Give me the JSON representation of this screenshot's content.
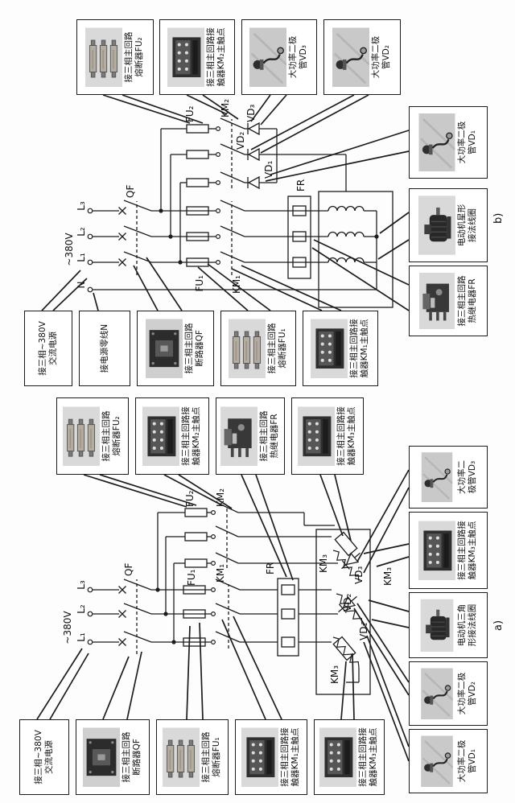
{
  "figure": {
    "panels": {
      "b": {
        "tag": "b)",
        "labels": {
          "n": "N",
          "l1": "L₁",
          "l2": "L₂",
          "l3": "L₃",
          "voltage": "~380V",
          "qf": "QF",
          "fu1": "FU₁",
          "km1": "KM₁",
          "fu2": "FU₂",
          "km2": "KM₂",
          "fr": "FR",
          "vd1": "VD₁",
          "vd2": "VD₂",
          "vd3": "VD₃"
        },
        "boxes": {
          "left": [
            {
              "photo": "none",
              "lines": [
                "接三相~380V",
                "交流电源"
              ]
            },
            {
              "photo": "none",
              "lines": [
                "接电源零线N"
              ]
            },
            {
              "photo": "breaker",
              "lines": [
                "接三相主回路",
                "断路器QF"
              ]
            },
            {
              "photo": "fuse",
              "lines": [
                "接三相主回路",
                "熔断器FU₁"
              ]
            },
            {
              "photo": "contactor",
              "lines": [
                "接三相主回路接",
                "触器KM₁主触点"
              ]
            }
          ],
          "right": [
            {
              "photo": "fuse",
              "lines": [
                "接三相主回路",
                "熔断器FU₂"
              ]
            },
            {
              "photo": "contactor",
              "lines": [
                "接三相主回路接",
                "触器KM₂主触点"
              ]
            },
            {
              "photo": "diode",
              "lines": [
                "大功率二极",
                "管VD₃"
              ]
            },
            {
              "photo": "diode",
              "lines": [
                "大功率二极",
                "管VD₂"
              ]
            }
          ],
          "bottom": [
            {
              "photo": "relay",
              "lines": [
                "接三相主回路",
                "热继电器FR"
              ]
            },
            {
              "photo": "motor",
              "lines": [
                "电动机星形",
                "接法线圈"
              ]
            },
            {
              "photo": "diode",
              "lines": [
                "大功率二极",
                "管VD₁"
              ]
            }
          ]
        }
      },
      "a": {
        "tag": "a)",
        "labels": {
          "l1": "L₁",
          "l2": "L₂",
          "l3": "L₃",
          "voltage": "~380V",
          "qf": "QF",
          "fu1": "FU₁",
          "km1": "KM₁",
          "fu2": "FU₂",
          "km2": "KM₂",
          "fr": "FR",
          "km3": "KM₃",
          "vd1": "VD₁",
          "vd2": "VD₂",
          "vd3": "VD₃"
        },
        "boxes": {
          "left": [
            {
              "photo": "none",
              "lines": [
                "接三相~380V",
                "交流电源"
              ]
            },
            {
              "photo": "breaker",
              "lines": [
                "接三相主回路",
                "断路器QF"
              ]
            },
            {
              "photo": "fuse",
              "lines": [
                "接三相主回路",
                "熔断器FU₁"
              ]
            },
            {
              "photo": "contactor",
              "lines": [
                "接三相主回路接",
                "触器KM₁主触点"
              ]
            },
            {
              "photo": "contactor",
              "lines": [
                "接三相主回路接",
                "触器KM₃主触点"
              ]
            }
          ],
          "right": [
            {
              "photo": "fuse",
              "lines": [
                "接三相主回路",
                "熔断器FU₂"
              ]
            },
            {
              "photo": "contactor",
              "lines": [
                "接三相主回路接",
                "触器KM₂主触点"
              ]
            },
            {
              "photo": "relay",
              "lines": [
                "接三相主回路",
                "热继电器FR"
              ]
            },
            {
              "photo": "contactor",
              "lines": [
                "接三相主回路接",
                "触器KM₃主触点"
              ]
            }
          ],
          "bottom": [
            {
              "photo": "diode",
              "lines": [
                "大功率二极",
                "管VD₁"
              ]
            },
            {
              "photo": "diode",
              "lines": [
                "大功率二极",
                "管VD₂"
              ]
            },
            {
              "photo": "motor",
              "lines": [
                "电动机三角",
                "形接法线圈"
              ]
            },
            {
              "photo": "contactor",
              "lines": [
                "接三相主回路接",
                "触器KM₃主触点"
              ]
            },
            {
              "photo": "diode",
              "lines": [
                "大功率二",
                "极管VD₃"
              ]
            }
          ]
        }
      }
    }
  }
}
